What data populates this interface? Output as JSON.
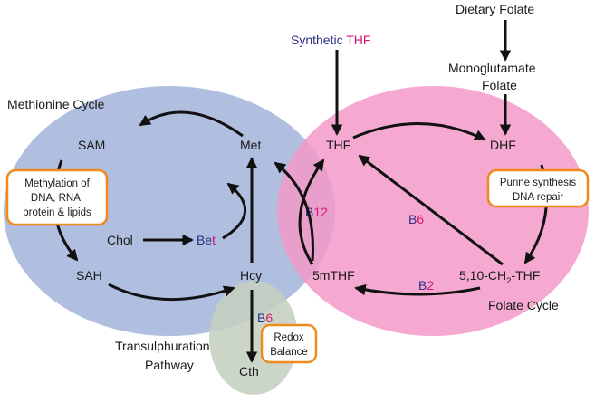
{
  "colors": {
    "methionine_fill": "#a9b8dc",
    "folate_fill": "#f39ac9",
    "transsulph_fill": "#c4d0c0",
    "methionine_label": "#4a5ea8",
    "folate_label": "#d6166e",
    "transsulph_label": "#3c6a35",
    "highlight_red": "#d6166e",
    "highlight_navy": "#2e2e86",
    "box_border": "#f08a1c"
  },
  "regions": {
    "methionine_cycle": "Methionine Cycle",
    "folate_cycle": "Folate Cycle",
    "transsulphuration_line1": "Transulphuration",
    "transsulphuration_line2": "Pathway"
  },
  "inputs": {
    "dietary_folate": "Dietary Folate",
    "synthetic_prefix": "Synthetic",
    "synthetic_thf": "THF",
    "monoglutamate_line1": "Monoglutamate",
    "monoglutamate_line2": "Folate"
  },
  "metabolites": {
    "sam": "SAM",
    "met": "Met",
    "sah": "SAH",
    "hcy": "Hcy",
    "chol": "Chol",
    "bet_prefix": "Be",
    "bet_suffix": "t",
    "cth": "Cth",
    "thf": "THF",
    "dhf": "DHF",
    "mthf": "5mTHF",
    "ch2thf_prefix": "5,10-CH",
    "ch2thf_sub": "2",
    "ch2thf_suffix": "-THF"
  },
  "cofactors": {
    "b12_letter": "B",
    "b12_num": "12",
    "b6_thf_letter": "B",
    "b6_thf_num": "6",
    "b2_letter": "B",
    "b2_num": "2",
    "b6_cth_letter": "B",
    "b6_cth_num": "6"
  },
  "boxes": {
    "methylation": [
      "Methylation of",
      "DNA, RNA,",
      "protein & lipids"
    ],
    "purine": [
      "Purine synthesis",
      "DNA repair"
    ],
    "redox": [
      "Redox",
      "Balance"
    ]
  }
}
